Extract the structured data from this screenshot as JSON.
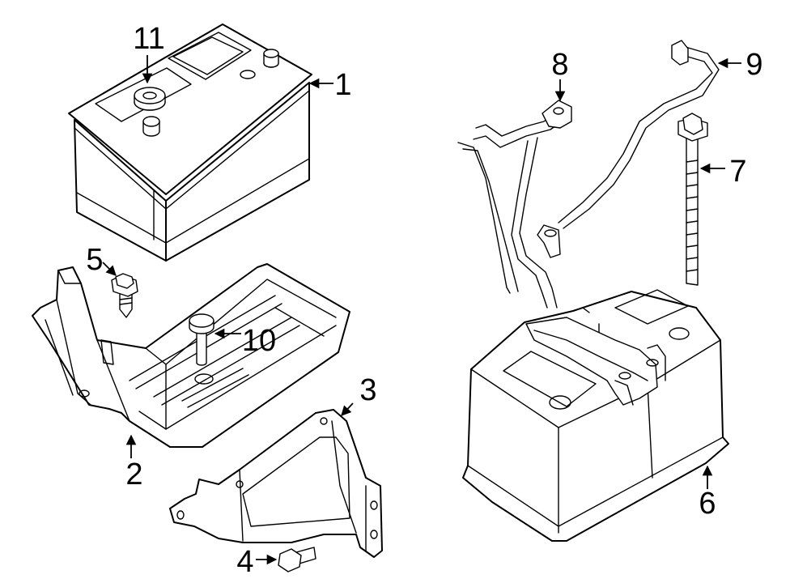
{
  "diagram": {
    "callouts": [
      {
        "id": "1",
        "text": "1"
      },
      {
        "id": "2",
        "text": "2"
      },
      {
        "id": "3",
        "text": "3"
      },
      {
        "id": "4",
        "text": "4"
      },
      {
        "id": "5",
        "text": "5"
      },
      {
        "id": "6",
        "text": "6"
      },
      {
        "id": "7",
        "text": "7"
      },
      {
        "id": "8",
        "text": "8"
      },
      {
        "id": "9",
        "text": "9"
      },
      {
        "id": "10",
        "text": "10"
      },
      {
        "id": "11",
        "text": "11"
      }
    ],
    "line_color": "#000000",
    "background_color": "#ffffff"
  }
}
